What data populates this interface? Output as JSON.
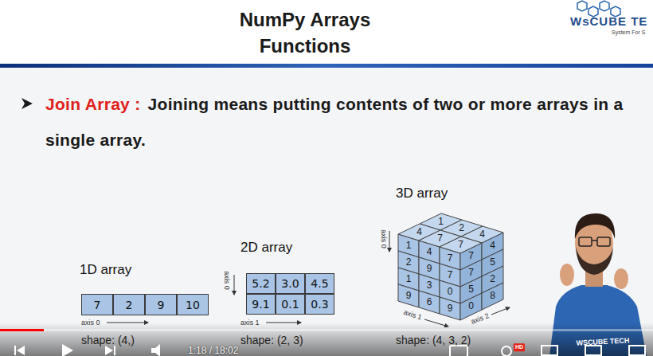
{
  "diagram": {
    "title": "NumPy Arrays Functions",
    "nodes": [
      {
        "text": [
          "7"
        ]
      },
      {
        "text": [
          "2"
        ]
      },
      {
        "text": [
          "9"
        ]
      },
      {
        "text": [
          "10"
        ]
      },
      {
        "text": [
          "5.2"
        ]
      },
      {
        "text": [
          "3.0"
        ]
      },
      {
        "text": [
          "4.5"
        ]
      },
      {
        "text": [
          "9.1"
        ]
      },
      {
        "text": [
          "0.1"
        ]
      },
      {
        "text": [
          "0.3"
        ]
      }
    ],
    "labels": [
      "WsCUBE TE",
      "System For S",
      "Join Array :",
      "Joining means putting contents of two or more arrays in a single array.",
      "3D array",
      "2D array",
      "1D array",
      "axis 0",
      "shape: (4,)",
      "axis 0",
      "axis 1",
      "shape: (2, 3)",
      "axis 0",
      "axis 1",
      "axis 2",
      "shape: (4, 3, 2)",
      "1",
      "4",
      "7",
      "2",
      "9",
      "7",
      "1",
      "3",
      "0",
      "9",
      "6",
      "9",
      "7",
      "4",
      "7",
      "5",
      "5",
      "2",
      "0",
      "8",
      "1",
      "2",
      "4",
      "4",
      "7",
      "7",
      "1:18 / 18:02",
      "HD",
      "WSCUBE TECH"
    ]
  }
}
